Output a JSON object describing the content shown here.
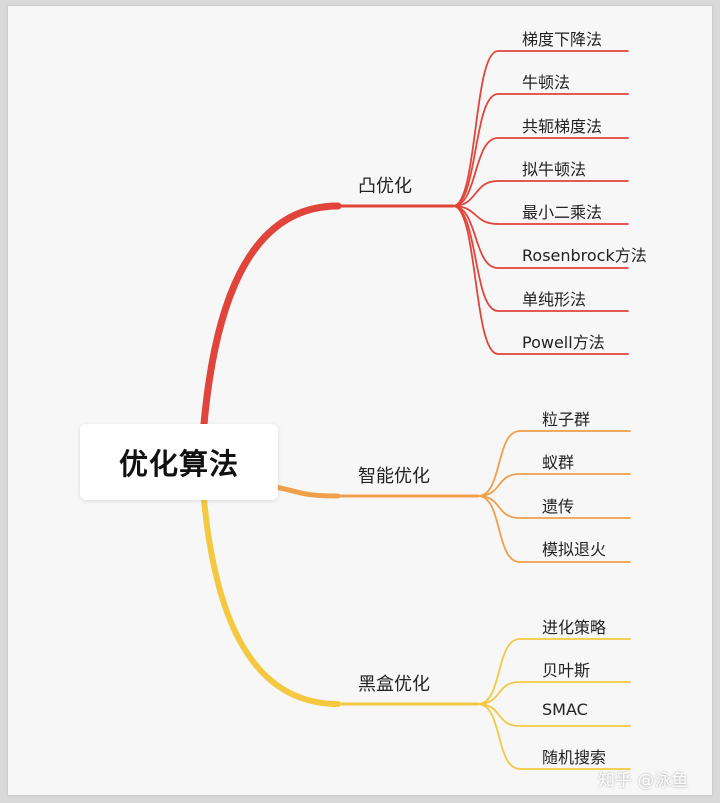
{
  "root": {
    "label": "优化算法"
  },
  "branches": [
    {
      "label": "凸优化",
      "color": "#e0443a",
      "leaves": [
        "梯度下降法",
        "牛顿法",
        "共轭梯度法",
        "拟牛顿法",
        "最小二乘法",
        "Rosenbrock方法",
        "单纯形法",
        "Powell方法"
      ]
    },
    {
      "label": "智能优化",
      "color": "#f0a04b",
      "leaves": [
        "粒子群",
        "蚁群",
        "遗传",
        "模拟退火"
      ]
    },
    {
      "label": "黑盒优化",
      "color": "#f5c842",
      "leaves": [
        "进化策略",
        "贝叶斯",
        "SMAC",
        "随机搜索"
      ]
    }
  ],
  "watermark": "知乎 @泳鱼"
}
